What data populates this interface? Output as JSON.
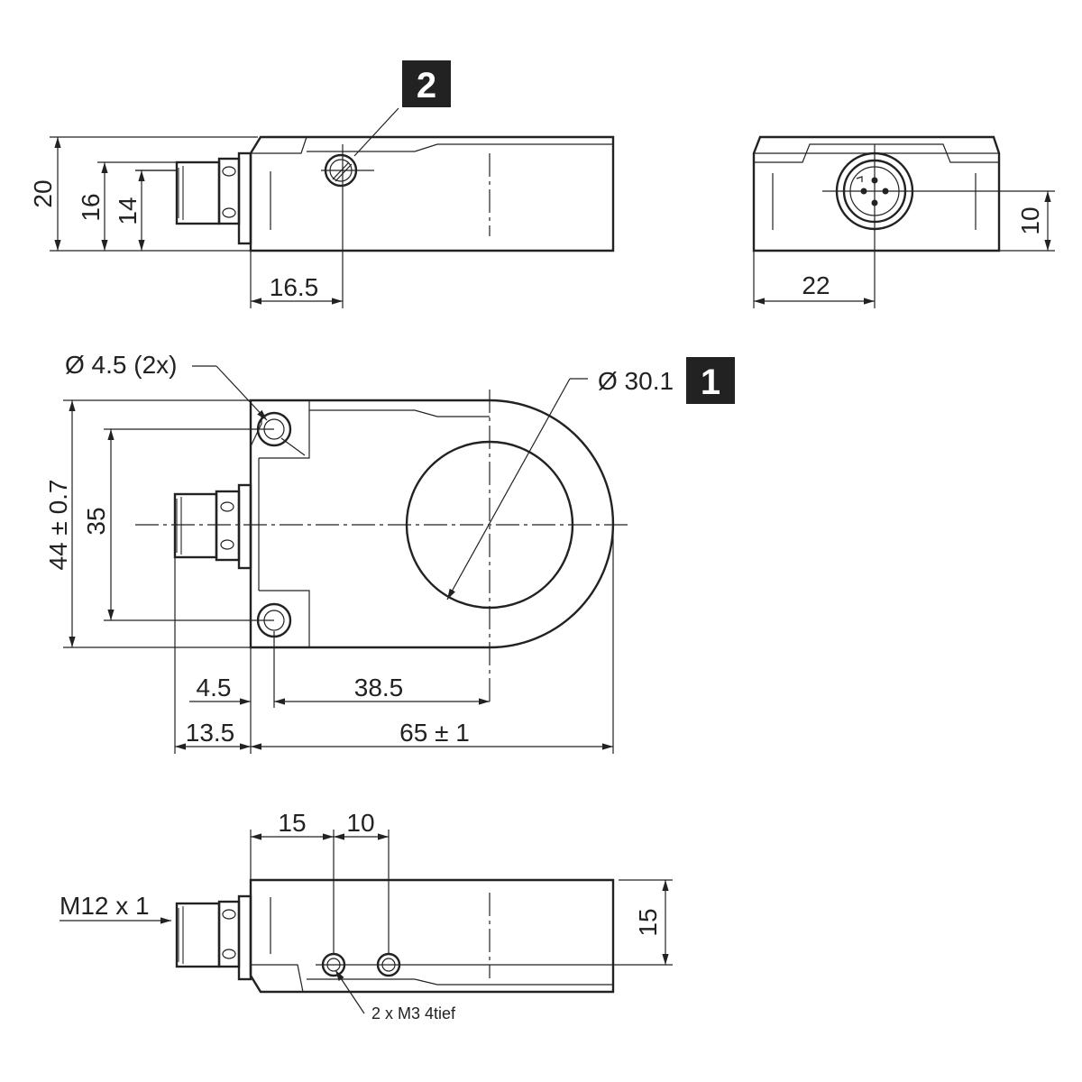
{
  "badges": {
    "badge_1": "1",
    "badge_2": "2"
  },
  "dimensions": {
    "side_height_total": "20",
    "side_height_16": "16",
    "side_height_14": "14",
    "side_offset_16_5": "16.5",
    "front_width_22": "22",
    "front_height_10": "10",
    "hole_diameter": "Ø 4.5 (2x)",
    "ring_diameter": "Ø 30.1",
    "height_44": "44 ± 0.7",
    "hole_spacing_35": "35",
    "offset_4_5": "4.5",
    "distance_38_5": "38.5",
    "connector_13_5": "13.5",
    "length_65": "65 ± 1",
    "bottom_15": "15",
    "bottom_10": "10",
    "bottom_height_15": "15"
  },
  "annotations": {
    "thread": "M12 x 1",
    "tapped_holes": "2 x M3 4tief"
  },
  "colors": {
    "line": "#222222",
    "badge_bg": "#222222",
    "badge_fg": "#ffffff",
    "background": "#ffffff"
  }
}
